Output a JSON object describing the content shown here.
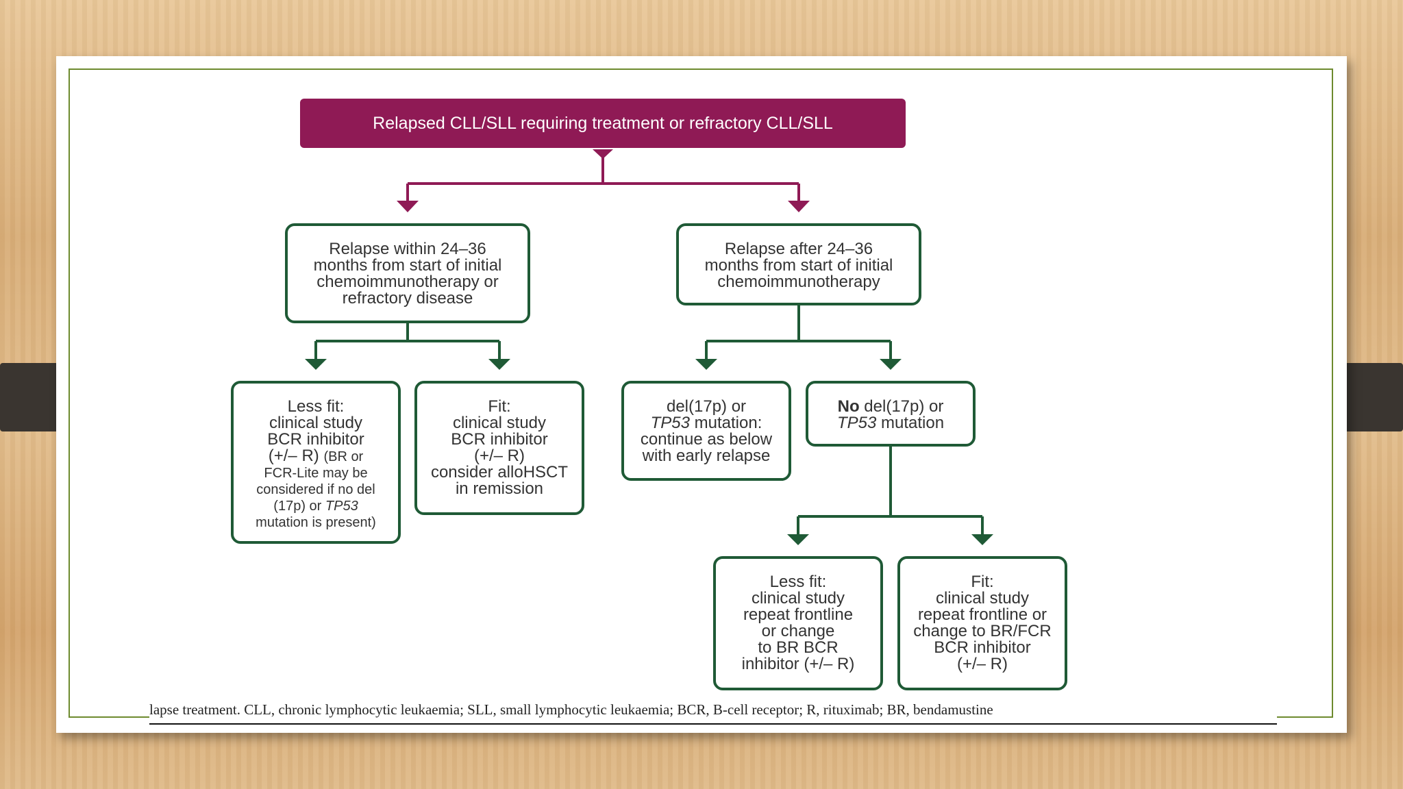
{
  "diagram": {
    "top": "Relapsed CLL/SLL requiring treatment or refractory CLL/SLL",
    "relapse_early": [
      "Relapse within 24–36",
      "months from start of initial",
      "chemoimmunotherapy or",
      "refractory disease"
    ],
    "relapse_late": [
      "Relapse after 24–36",
      "months from start of initial",
      "chemoimmunotherapy"
    ],
    "early_less_fit": {
      "lines": [
        "Less fit:",
        "clinical study",
        "BCR inhibitor"
      ],
      "line4_main": "(+/– R)",
      "line4_small": "(BR or",
      "small_lines": [
        "FCR-Lite may be",
        "considered if no del"
      ],
      "small_line_a": "(17p) or",
      "small_line_a_italic": "TP53",
      "small_last": "mutation is present)"
    },
    "early_fit": [
      "Fit:",
      "clinical study",
      "BCR inhibitor",
      "(+/– R)",
      "consider alloHSCT",
      "in remission"
    ],
    "del17p": {
      "line1": "del(17p) or",
      "line2_italic": "TP53",
      "line2_rest": "mutation:",
      "line3": "continue as below",
      "line4": "with early relapse"
    },
    "no_del17p": {
      "bold": "No",
      "line1_rest": "del(17p) or",
      "line2_italic": "TP53",
      "line2_rest": "mutation"
    },
    "late_less_fit": [
      "Less fit:",
      "clinical study",
      "repeat frontline",
      "or change",
      "to BR BCR",
      "inhibitor (+/– R)"
    ],
    "late_fit": [
      "Fit:",
      "clinical study",
      "repeat frontline or",
      "change to BR/FCR",
      "BCR inhibitor",
      "(+/– R)"
    ]
  },
  "caption": "lapse treatment. CLL, chronic lymphocytic leukaemia; SLL, small lymphocytic leukaemia; BCR, B-cell receptor; R, rituximab; BR, bendamustine",
  "colors": {
    "magenta": "#8f1a55",
    "green": "#1f5a36",
    "slide_border": "#6d8a2e"
  }
}
